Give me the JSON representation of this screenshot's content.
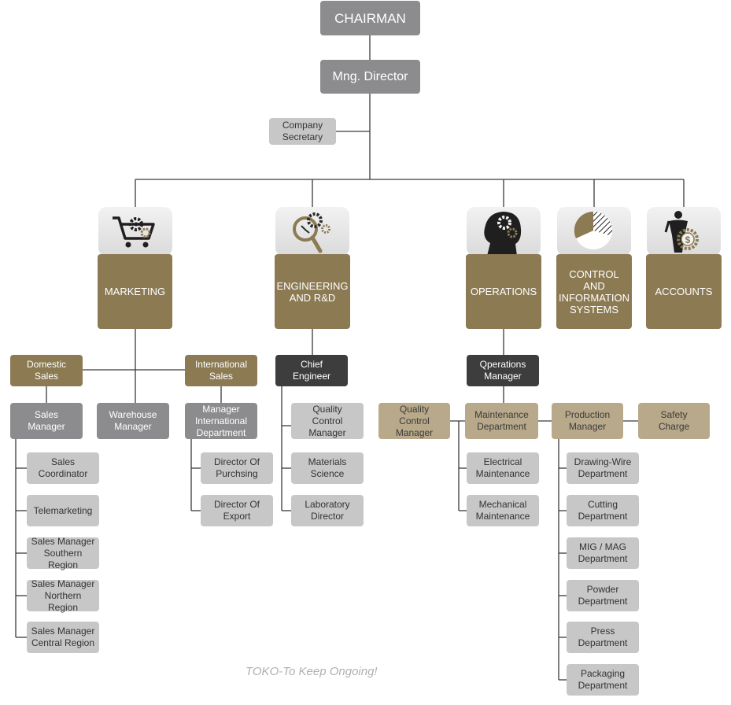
{
  "chart": {
    "chairman": "CHAIRMAN",
    "mng_director": "Mng. Director",
    "company_secretary": "Company\nSecretary",
    "departments": {
      "marketing": "MARKETING",
      "engineering": "ENGINEERING\nAND R&D",
      "operations": "OPERATIONS",
      "control": "CONTROL\nAND\nINFORMATION\nSYSTEMS",
      "accounts": "ACCOUNTS"
    },
    "marketing": {
      "domestic_sales": "Domestic\nSales",
      "international_sales": "International\nSales",
      "sales_manager": "Sales\nManager",
      "warehouse_manager": "Warehouse\nManager",
      "manager_international": "Manager\nInternational\nDepartment",
      "sales_subordinates": [
        "Sales\nCoordinator",
        "Telemarketing",
        "Sales Manager\nSouthern Region",
        "Sales Manager\nNorthern Region",
        "Sales Manager\nCentral Region"
      ],
      "international_subordinates": [
        "Director Of\nPurchsing",
        "Director Of\nExport"
      ]
    },
    "engineering": {
      "chief_engineer": "Chief\nEngineer",
      "subordinates": [
        "Quality\nControl\nManager",
        "Materials\nScience",
        "Laboratory\nDirector"
      ]
    },
    "operations": {
      "operations_manager": "Qperations\nManager",
      "quality_control_manager": "Quality\nControl\nManager",
      "maintenance_department": "Maintenance\nDepartment",
      "production_manager": "Production\nManager",
      "safety_charge": "Safety\nCharge",
      "maintenance_subordinates": [
        "Electrical\nMaintenance",
        "Mechanical\nMaintenance"
      ],
      "production_subordinates": [
        "Drawing-Wire\nDepartment",
        "Cutting\nDepartment",
        "MIG / MAG\nDepartment",
        "Powder\nDepartment",
        "Press\nDepartment",
        "Packaging\nDepartment"
      ]
    }
  },
  "icons": {
    "marketing": "shopping-cart-gears-icon",
    "engineering": "magnifier-gears-icon",
    "operations": "head-gears-icon",
    "control": "pie-chart-icon",
    "accounts": "businessman-dollar-icon"
  },
  "footer": "TOKO-To Keep Ongoing!",
  "colors": {
    "dark_gray": "#8c8c8e",
    "light_gray": "#c7c7c8",
    "gold": "#8c7a53",
    "light_gold": "#b8a98a",
    "charcoal": "#3d3d3d",
    "line": "#3a3a3a"
  }
}
